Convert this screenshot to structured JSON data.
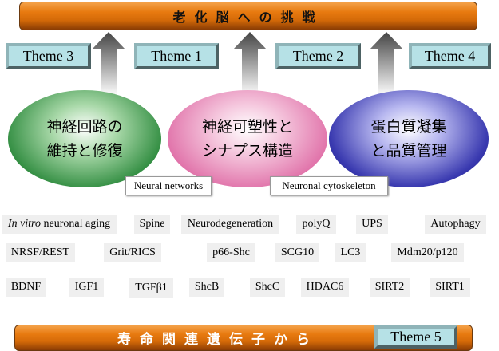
{
  "top_title": "老化脳への挑戦",
  "themes": {
    "t3": "Theme 3",
    "t1": "Theme 1",
    "t2": "Theme 2",
    "t4": "Theme 4",
    "t5": "Theme 5"
  },
  "ellipses": [
    {
      "line1": "神経回路の",
      "line2": "維持と修復",
      "color": "#2e8b3e"
    },
    {
      "line1": "神経可塑性と",
      "line2": "シナプス構造",
      "color": "#e070a8"
    },
    {
      "line1": "蛋白質凝集",
      "line2": "と品質管理",
      "color": "#2a2a9a"
    }
  ],
  "labels": {
    "neural": "Neural networks",
    "cyto": "Neuronal cytoskeleton"
  },
  "tags": {
    "invitro_italic": "In vitro",
    "invitro_rest": " neuronal aging",
    "spine": "Spine",
    "neurodegeneration": "Neurodegeneration",
    "polyq": "polyQ",
    "ups": "UPS",
    "autophagy": "Autophagy",
    "nrsf": "NRSF/REST",
    "grit": "Grit/RICS",
    "p66": "p66-Shc",
    "scg10": "SCG10",
    "lc3": "LC3",
    "mdm": "Mdm20/p120",
    "bdnf": "BDNF",
    "igf1": "IGF1",
    "tgf": "TGFβ1",
    "shcb": "ShcB",
    "shcc": "ShcC",
    "hdac6": "HDAC6",
    "sirt2": "SIRT2",
    "sirt1": "SIRT1"
  },
  "bottom_title": "寿命関連遺伝子から"
}
